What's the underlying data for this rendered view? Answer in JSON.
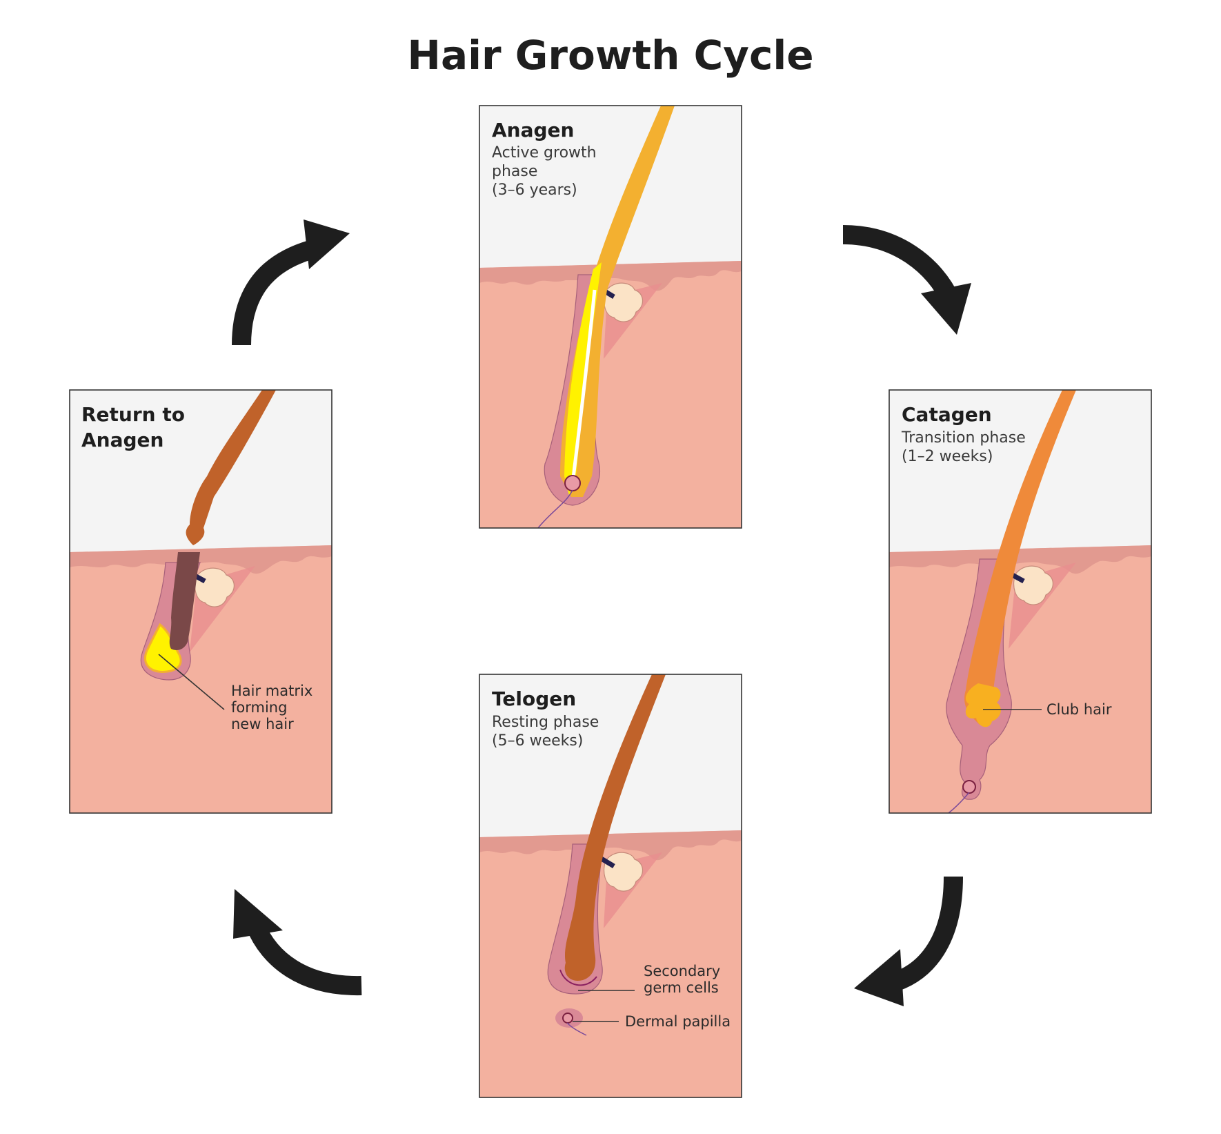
{
  "title": "Hair Growth Cycle",
  "colors": {
    "skin": "#f3b19f",
    "skin_surface": "#e29a90",
    "sky": "#f4f4f4",
    "follicle": "#d98996",
    "anagen_hair": "#f3b030",
    "anagen_core": "#fff200",
    "catagen_hair": "#ef8a3a",
    "telogen_hair": "#c0622a",
    "arrow": "#1e1e1e"
  },
  "panels": {
    "anagen": {
      "name": "Anagen",
      "desc": [
        "Active growth",
        "phase",
        "(3–6 years)"
      ]
    },
    "catagen": {
      "name": "Catagen",
      "desc": [
        "Transition phase",
        "(1–2 weeks)"
      ],
      "callout": [
        "Club hair"
      ]
    },
    "telogen": {
      "name": "Telogen",
      "desc": [
        "Resting phase",
        "(5–6 weeks)"
      ],
      "callouts": {
        "germ": [
          "Secondary",
          "germ cells"
        ],
        "papilla": [
          "Dermal papilla"
        ]
      }
    },
    "return": {
      "name": [
        "Return to",
        "Anagen"
      ],
      "callout": [
        "Hair matrix",
        "forming",
        "new hair"
      ]
    }
  },
  "arrows": [
    {
      "from": "return",
      "to": "anagen",
      "icon": "curved-arrow-icon"
    },
    {
      "from": "anagen",
      "to": "catagen",
      "icon": "curved-arrow-icon"
    },
    {
      "from": "catagen",
      "to": "telogen",
      "icon": "curved-arrow-icon"
    },
    {
      "from": "telogen",
      "to": "return",
      "icon": "curved-arrow-icon"
    }
  ]
}
